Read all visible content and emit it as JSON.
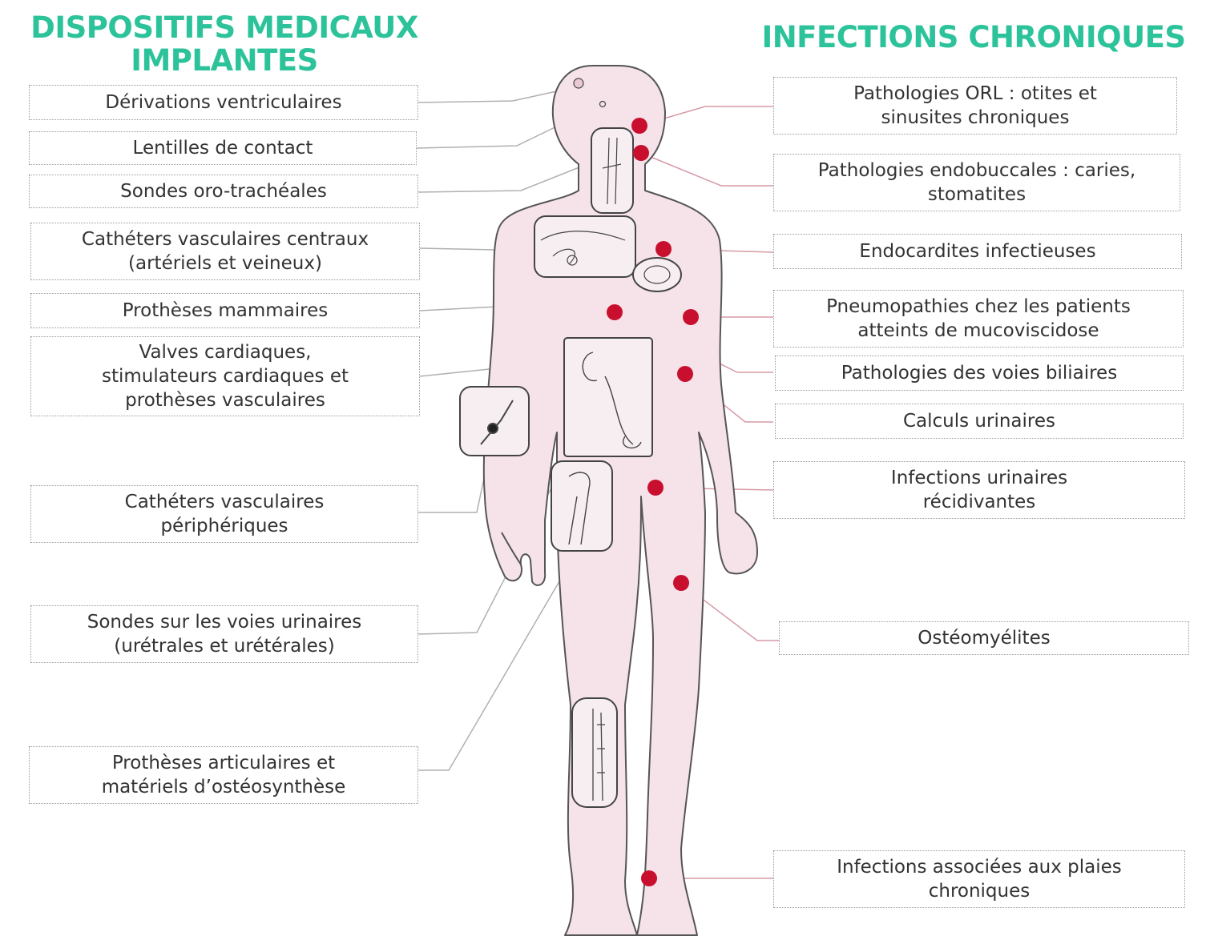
{
  "headings": {
    "left": [
      "DISPOSITIFS MEDICAUX",
      "IMPLANTES"
    ],
    "right": "INFECTIONS CHRONIQUES"
  },
  "devices": [
    [
      "Dérivations ventriculaires"
    ],
    [
      "Lentilles de contact"
    ],
    [
      "Sondes oro-trachéales"
    ],
    [
      "Cathéters vasculaires centraux",
      "(artériels et veineux)"
    ],
    [
      "Prothèses mammaires"
    ],
    [
      "Valves cardiaques,",
      "stimulateurs cardiaques et",
      "prothèses vasculaires"
    ],
    [
      "Cathéters vasculaires",
      "périphériques"
    ],
    [
      "Sondes sur les voies urinaires",
      "(urétrales et urétérales)"
    ],
    [
      "Prothèses articulaires et",
      "matériels d’ostéosynthèse"
    ]
  ],
  "infections": [
    [
      "Pathologies ORL : otites et",
      "sinusites chroniques"
    ],
    [
      "Pathologies endobuccales : caries,",
      "stomatites"
    ],
    [
      "Endocardites infectieuses"
    ],
    [
      "Pneumopathies chez les patients",
      "atteints de mucoviscidose"
    ],
    [
      "Pathologies des voies biliaires"
    ],
    [
      "Calculs urinaires"
    ],
    [
      "Infections urinaires",
      "récidivantes"
    ],
    [
      "Ostéomyélites"
    ],
    [
      "Infections associées aux plaies",
      "chroniques"
    ]
  ],
  "colors": {
    "heading": "#2cc39a",
    "body_fill": "#f6e3ea",
    "body_outline": "#555555",
    "infection_dot": "#c8102e",
    "device_line": "#b0b0b0",
    "infection_line": "#d79aa5"
  }
}
